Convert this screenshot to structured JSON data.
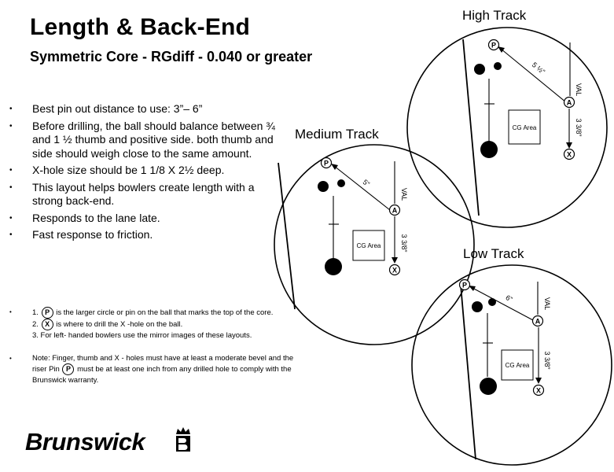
{
  "header": {
    "title": "Length & Back-End",
    "subtitle": "Symmetric Core - RGdiff - 0.040 or greater"
  },
  "bullets": [
    "Best pin out distance to use: 3”– 6”",
    "Before drilling, the ball should balance between ¾ and 1 ½ thumb and positive side. both thumb and side should weigh close to the same amount.",
    "X-hole size should be 1 1/8 X 2½ deep.",
    "This layout helps bowlers create length with a strong back-end.",
    "Responds to the lane late.",
    "Fast response to friction."
  ],
  "notes": {
    "n1_prefix": "1.",
    "n1_pin": "P",
    "n1_text": "is the larger circle or pin on the ball that marks the top of the core.",
    "n2_prefix": "2.",
    "n2_x": "X",
    "n2_text": "is where to drill the X -hole on the ball.",
    "n3": "3. For left- handed bowlers use the mirror images of these layouts.",
    "warn_a": "Note: Finger, thumb and X - holes must have at least a moderate bevel and the riser Pin",
    "warn_pin": "P",
    "warn_b": "must be at least one inch from any drilled hole to comply with the Brunswick warranty."
  },
  "diagrams": {
    "high": {
      "title": "High Track",
      "pin_dist": "5 ½”",
      "val": "VAL",
      "x_dist": "3 3/8”",
      "cg": "CG Area",
      "p": "P",
      "a": "A",
      "x": "X"
    },
    "medium": {
      "title": "Medium Track",
      "pin_dist": "5”",
      "val": "VAL",
      "x_dist": "3 3/8”",
      "cg": "CG Area",
      "p": "P",
      "a": "A",
      "x": "X"
    },
    "low": {
      "title": "Low Track",
      "pin_dist": "6”",
      "val": "VAL",
      "x_dist": "3 3/8”",
      "cg": "CG Area",
      "p": "P",
      "a": "A",
      "x": "X"
    }
  },
  "logo": {
    "text": "Brunswick",
    "icon": "crown-b-icon"
  }
}
